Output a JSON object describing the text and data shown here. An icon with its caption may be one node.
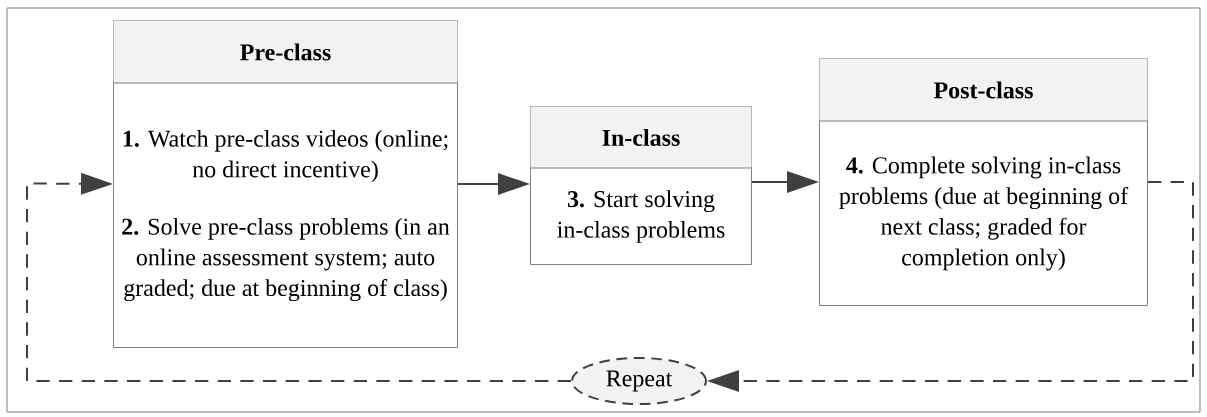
{
  "diagram": {
    "nodes": [
      {
        "text": [
          "Pre-class",
          "**1.** Watch pre-class videos (online; no direct incentive)",
          "**2.** Solve pre-class problems (in an online assessment system; auto graded; due at beginning of class)"
        ]
      },
      {
        "text": [
          "In-class",
          "**3.** Start solving in-class problems"
        ]
      },
      {
        "text": [
          "Post-class",
          "**4.** Complete solving in-class problems (due at beginning of next class; graded for completion only)"
        ]
      },
      {
        "text": [
          "Repeat"
        ]
      }
    ],
    "edges": [
      {
        "from": 0,
        "to": 1,
        "arrow": "to"
      },
      {
        "from": 1,
        "to": 2,
        "arrow": "to"
      },
      {
        "from": 2,
        "to": 3,
        "arrow": "to",
        "style": "dashed"
      },
      {
        "from": 3,
        "to": 0,
        "arrow": "to",
        "style": "dashed"
      }
    ]
  }
}
